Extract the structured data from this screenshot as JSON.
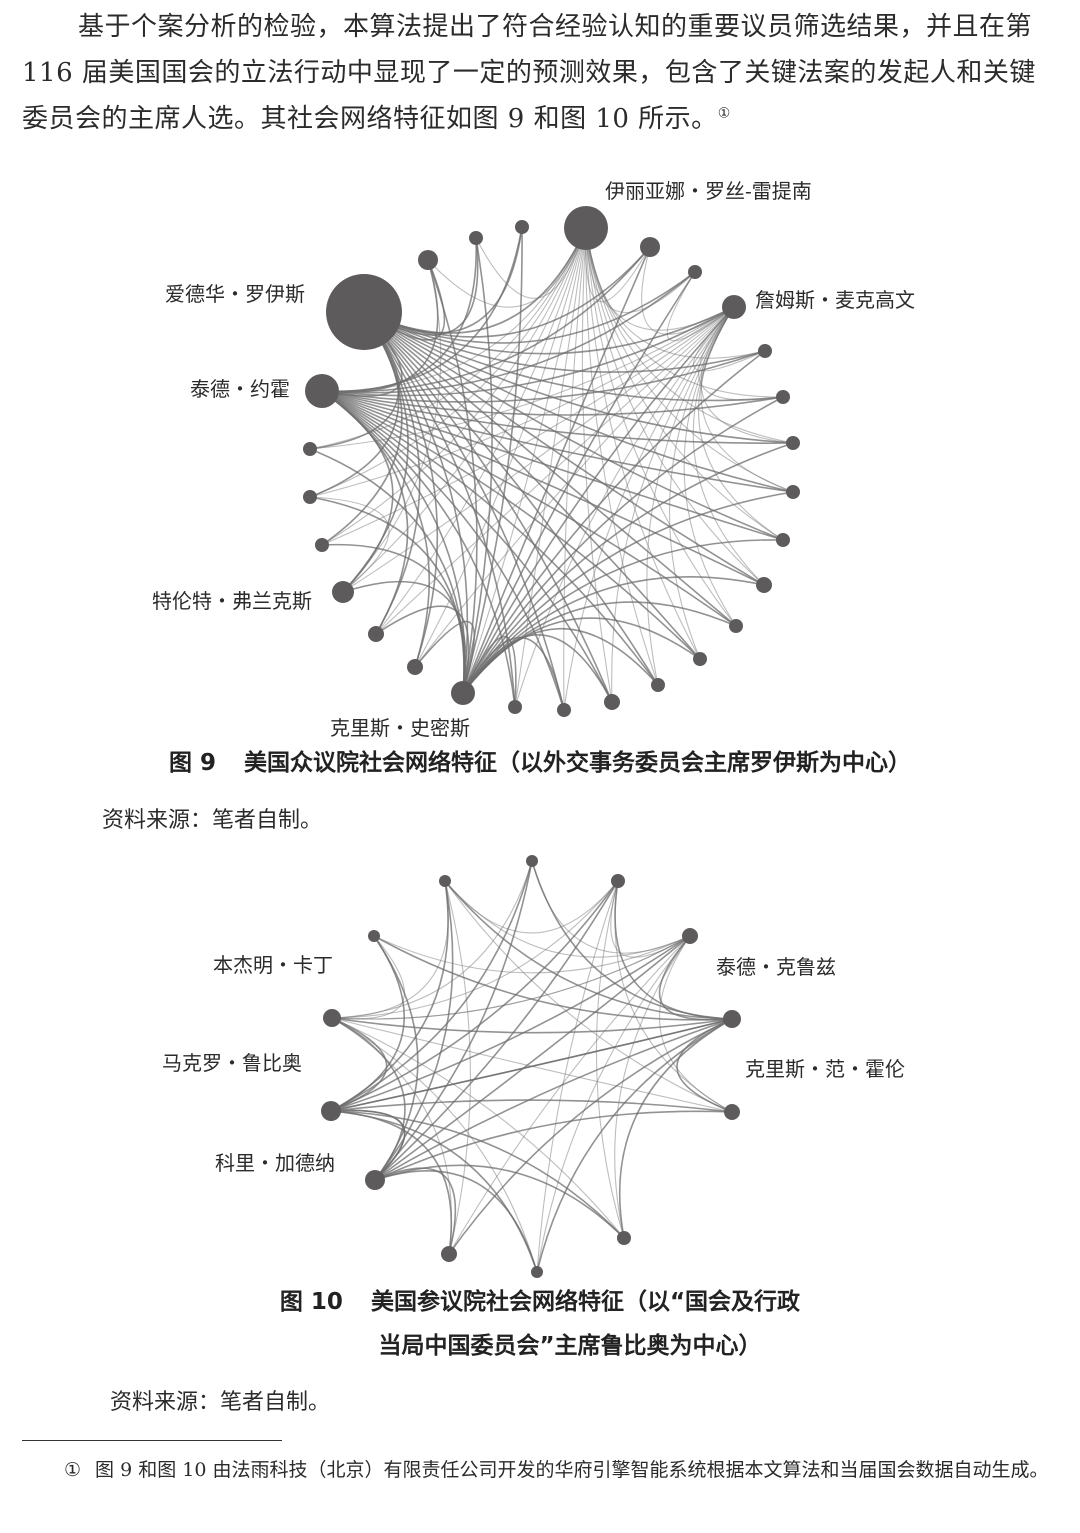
{
  "intro_paragraph": "基于个案分析的检验，本算法提出了符合经验认知的重要议员筛选结果，并且在第 116 届美国国会的立法行动中显现了一定的预测效果，包含了关键法案的发起人和关键委员会的主席人选。其社会网络特征如图 9 和图 10 所示。",
  "intro_note_mark": "①",
  "colors": {
    "node": "#5e5b5c",
    "edge": "#6d6d6d",
    "text": "#2b2b2b"
  },
  "figure9": {
    "number": "图 9",
    "caption": "美国众议院社会网络特征（以外交事务委员会主席罗伊斯为中心）",
    "source": "资料来源：笔者自制。",
    "labels": [
      "伊丽亚娜・罗丝-雷提南",
      "爱德华・罗伊斯",
      "詹姆斯・麦克高文",
      "泰德・约霍",
      "特伦特・弗兰克斯",
      "克里斯・史密斯"
    ]
  },
  "figure10": {
    "number": "图 10",
    "caption_line1": "美国参议院社会网络特征（以“国会及行政",
    "caption_line2": "当局中国委员会”主席鲁比奥为中心）",
    "source": "资料来源：笔者自制。",
    "labels": [
      "本杰明・卡丁",
      "泰德・克鲁兹",
      "马克罗・鲁比奥",
      "克里斯・范・霍伦",
      "科里・加德纳"
    ]
  },
  "footnote": {
    "mark": "①",
    "text": "图 9 和图 10 由法雨科技（北京）有限责任公司开发的华府引擎智能系统根据本文算法和当届国会数据自动生成。"
  }
}
